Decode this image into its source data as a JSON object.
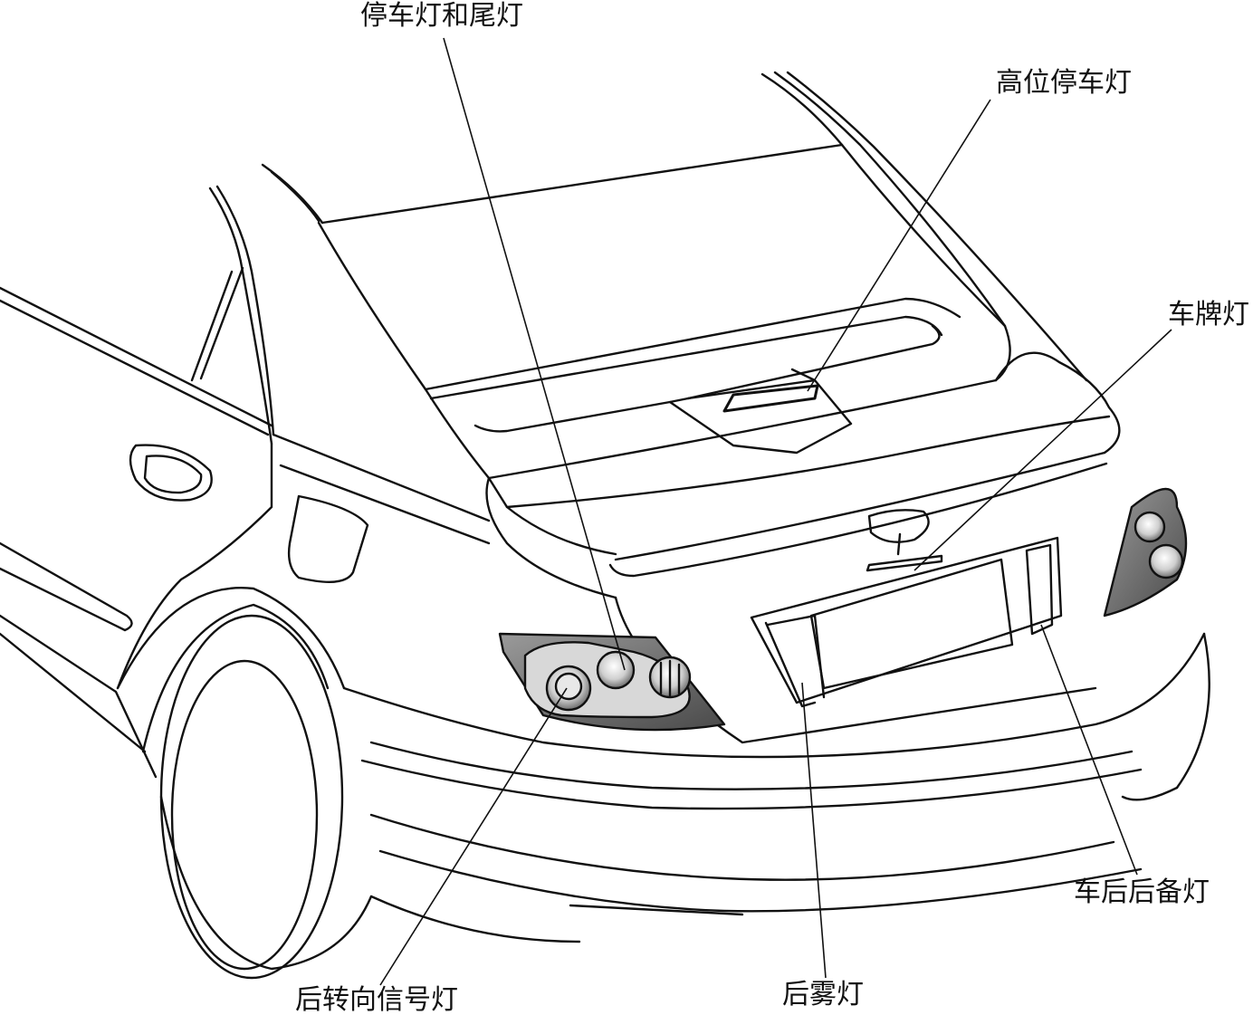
{
  "labels": {
    "stop_tail_lamp": "停车灯和尾灯",
    "high_mount_stop_lamp": "高位停车灯",
    "license_plate_lamp": "车牌灯",
    "reverse_lamp": "车后后备灯",
    "rear_turn_signal_lamp": "后转向信号灯",
    "rear_fog_lamp": "后雾灯"
  },
  "colors": {
    "line": "#111111",
    "background": "#ffffff",
    "lamp_lens": "#8a8a8a"
  }
}
